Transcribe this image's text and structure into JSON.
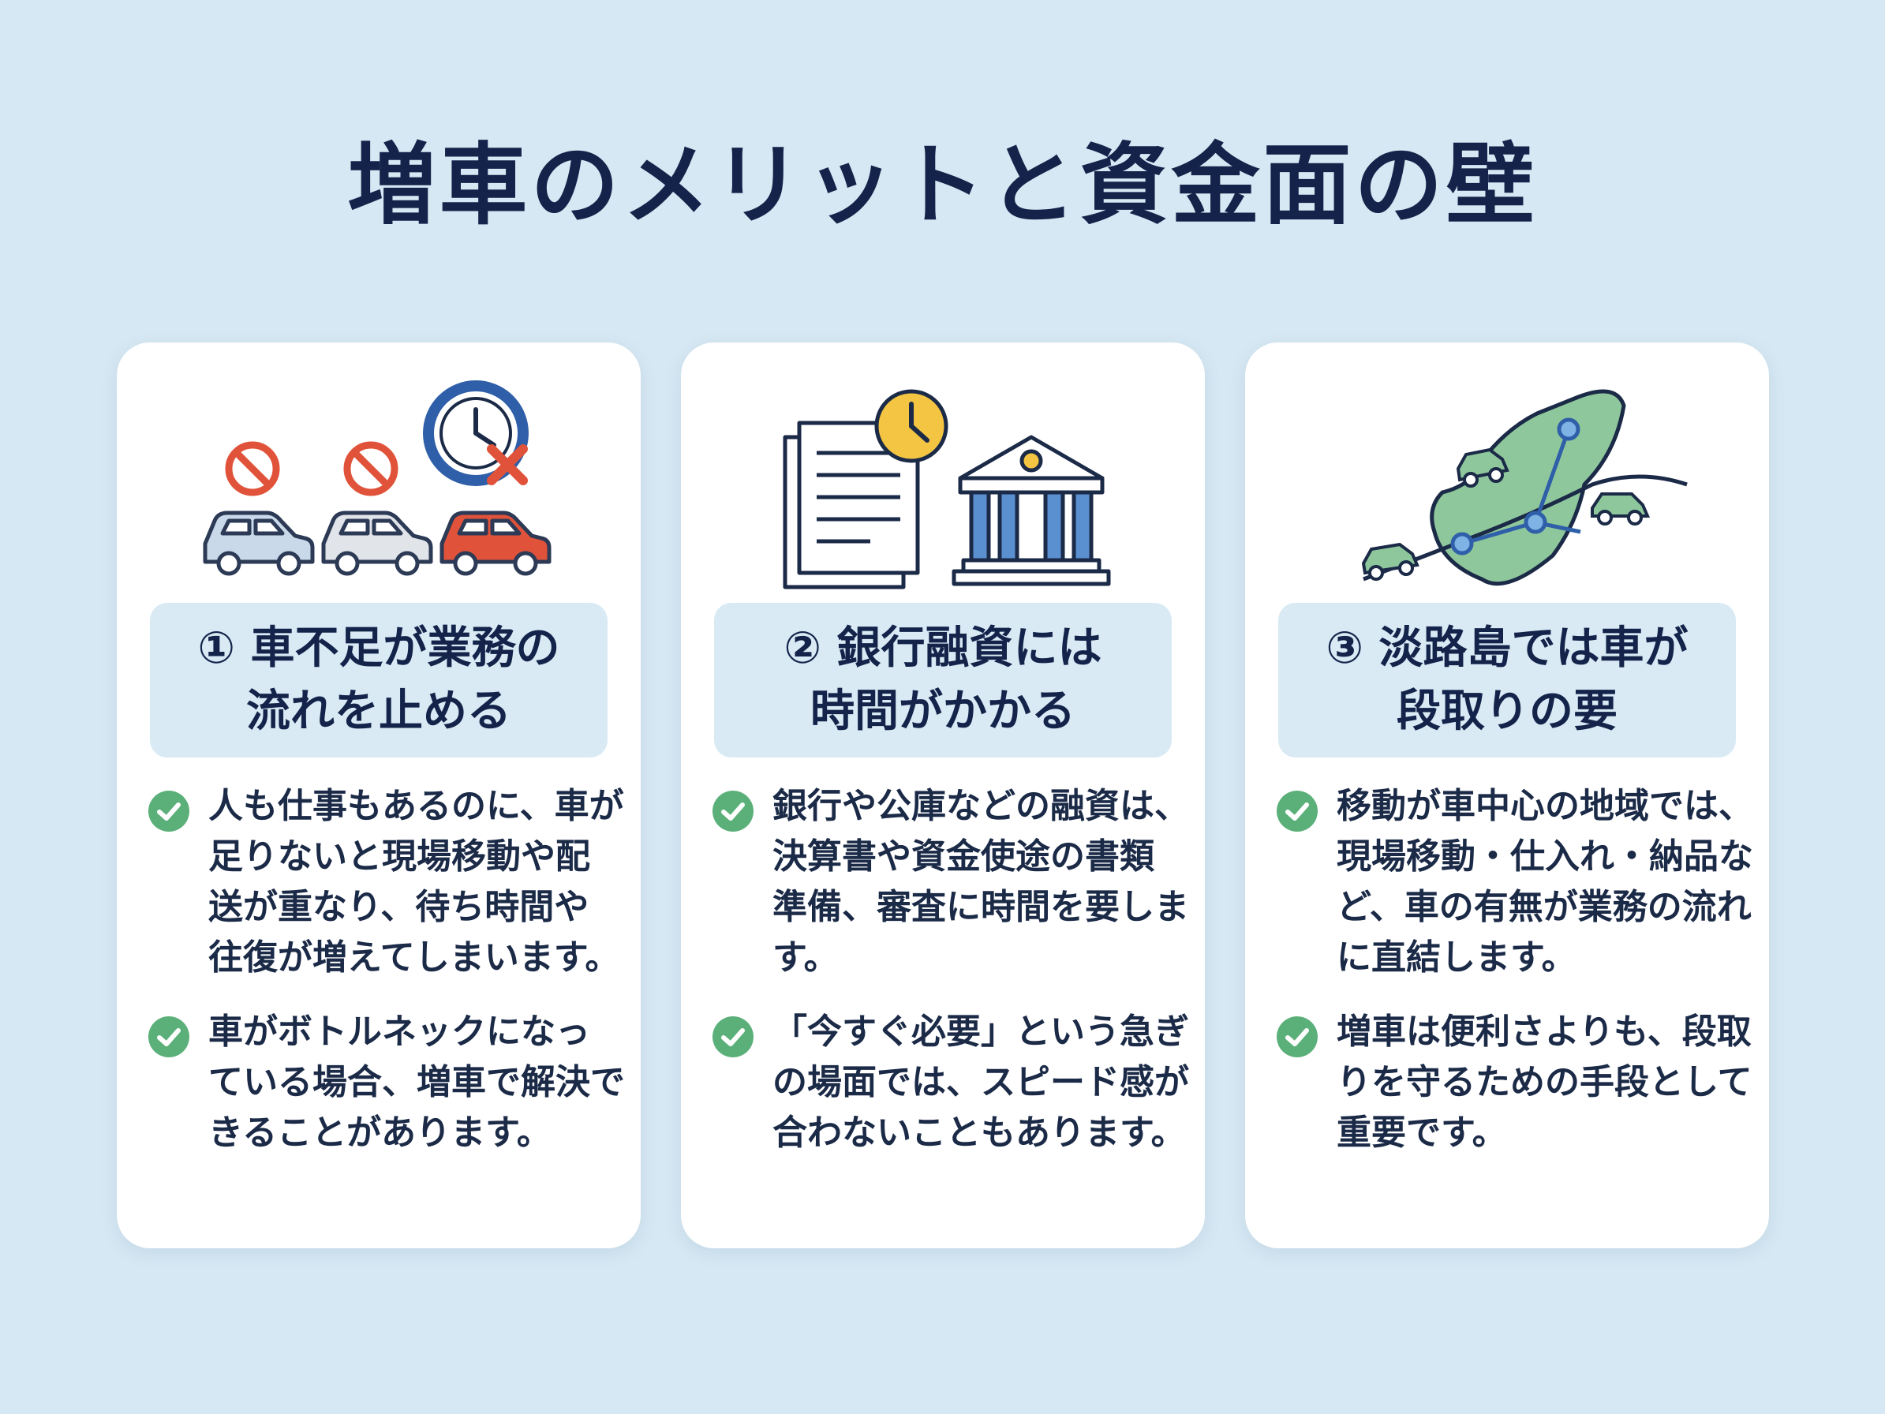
{
  "title": "増車のメリットと資金面の壁",
  "cards": [
    {
      "illustration": "cars-with-no-entry-and-clock-icons",
      "heading": "① 車不足が業務の\n流れを止める",
      "bullets": [
        "人も仕事もあるのに、車が\n足りないと現場移動や配\n送が重なり、待ち時間や\n往復が増えてしまいます。",
        "車がボトルネックになっ\nている場合、増車で解決で\nきることがあります。"
      ]
    },
    {
      "illustration": "documents-clock-and-bank-icons",
      "heading": "② 銀行融資には\n時間がかかる",
      "bullets": [
        "銀行や公庫などの融資は、\n決算書や資金使途の書類\n準備、審査に時間を要しま\nす。",
        "「今すぐ必要」という急ぎ\nの場面では、スピード感が\n合わないこともあります。"
      ]
    },
    {
      "illustration": "island-map-with-cars-icon",
      "heading": "③ 淡路島では車が\n段取りの要",
      "bullets": [
        "移動が車中心の地域では、\n現場移動・仕入れ・納品な\nど、車の有無が業務の流れ\nに直結します。",
        "増車は便利さよりも、段取\nりを守るための手段として\n重要です。"
      ]
    }
  ],
  "colors": {
    "background": "#d6e8f3",
    "card": "#ffffff",
    "heading_box": "#d9eaf5",
    "check": "#5bb07a",
    "title_text": "#13234a",
    "accent_red": "#e0533a",
    "accent_blue": "#2f5fa8",
    "accent_yellow": "#f4c542",
    "map_green": "#8fc79c"
  }
}
